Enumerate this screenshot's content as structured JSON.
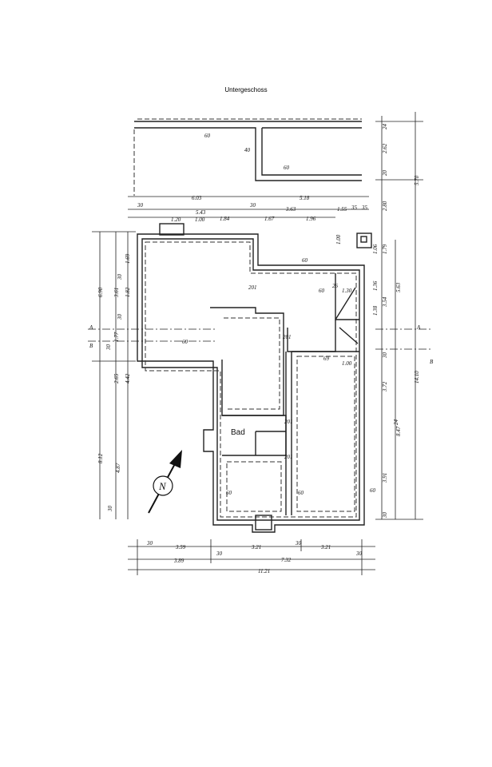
{
  "title": "Untergeschoss",
  "room_labels": {
    "bad": "Bad"
  },
  "dimensions": {
    "top": [
      "6.03",
      "5.18",
      "5.43",
      "3.63",
      "1.20",
      "1.00",
      "1.84",
      "1.67",
      "1.96",
      "1.55",
      "35",
      "35",
      "30",
      "30"
    ],
    "bottom": [
      "3.59",
      "3.21",
      "3.21",
      "3.89",
      "7.32",
      "11.21",
      "30",
      "30",
      "30",
      "30"
    ],
    "left": [
      "6.90",
      "3.61",
      "1.69",
      "1.82",
      "1.77",
      "2.65",
      "4.42",
      "8.12",
      "4.87",
      "30",
      "30",
      "30",
      "30"
    ],
    "right": [
      "24",
      "2.62",
      "20",
      "2.80",
      "5.70",
      "1.79",
      "1.06",
      "1.00",
      "5.63",
      "3.54",
      "1.36",
      "1.38",
      "3.72",
      "14.10",
      "8.47",
      "3.91",
      "24",
      "30",
      "30"
    ],
    "interior": [
      "60",
      "40",
      "60",
      "60",
      "60",
      "201",
      "201",
      "201",
      "201",
      "69",
      "1.00",
      "60",
      "60",
      "60",
      "60",
      "1.30",
      "26"
    ]
  },
  "section_markers": [
    "A",
    "A",
    "B",
    "B"
  ],
  "north_arrow": "N"
}
